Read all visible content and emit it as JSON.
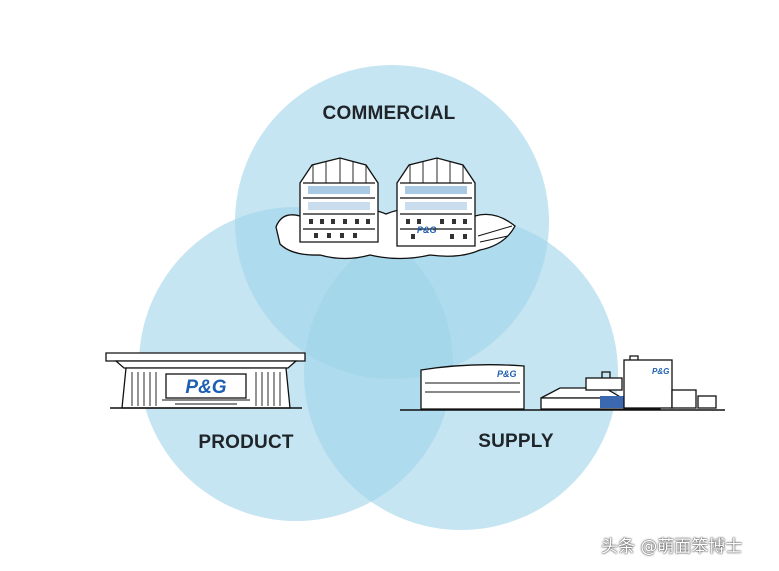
{
  "diagram": {
    "circles": [
      {
        "label": "COMMERCIAL"
      },
      {
        "label": "PRODUCT"
      },
      {
        "label": "SUPPLY"
      }
    ],
    "logo_text": "P&G",
    "fill_color": "#9fd3ea",
    "stroke_color": "#111111"
  },
  "watermark": {
    "text": "头条 @萌面笨博士"
  }
}
